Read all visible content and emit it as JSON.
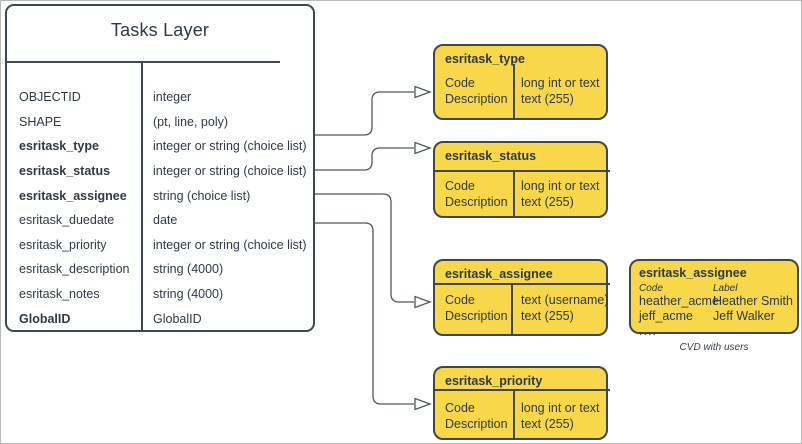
{
  "colors": {
    "fill": "#F8D748",
    "stroke": "#3E4854",
    "text": "#2E3A47",
    "connector": "#4E5864",
    "page_border": "#B9B9B9"
  },
  "tasks_layer": {
    "title": "Tasks Layer",
    "rows": [
      {
        "name": "OBJECTID",
        "type": "integer"
      },
      {
        "name": "SHAPE",
        "type": "(pt, line, poly)"
      },
      {
        "name": "esritask_type",
        "type": "integer or string (choice list)"
      },
      {
        "name": "esritask_status",
        "type": "integer or string (choice list)"
      },
      {
        "name": "esritask_assignee",
        "type": "string (choice list)"
      },
      {
        "name": "esritask_duedate",
        "type": "date"
      },
      {
        "name": "esritask_priority",
        "type": "integer or string (choice list)"
      },
      {
        "name": "esritask_description",
        "type": "string (4000)"
      },
      {
        "name": "esritask_notes",
        "type": "string (4000)"
      },
      {
        "name": "GlobalID",
        "type": "GlobalID"
      }
    ]
  },
  "cvd_boxes": {
    "type": {
      "title": "esritask_type",
      "fields": [
        "Code",
        "Description"
      ],
      "types": [
        "long int or text",
        "text (255)"
      ]
    },
    "status": {
      "title": "esritask_status",
      "fields": [
        "Code",
        "Description"
      ],
      "types": [
        "long int or text",
        "text (255)"
      ]
    },
    "assignee": {
      "title": "esritask_assignee",
      "fields": [
        "Code",
        "Description"
      ],
      "types": [
        "text (username)",
        "text (255)"
      ]
    },
    "priority": {
      "title": "esritask_priority",
      "fields": [
        "Code",
        "Description"
      ],
      "types": [
        "long int or text",
        "text (255)"
      ]
    }
  },
  "users_box": {
    "title": "esritask_assignee",
    "col_headers": [
      "Code",
      "Label"
    ],
    "rows": [
      [
        "heather_acme",
        "Heather Smith"
      ],
      [
        "jeff_acme",
        "Jeff Walker"
      ]
    ],
    "ellipsis": "....",
    "caption": "CVD with users"
  }
}
